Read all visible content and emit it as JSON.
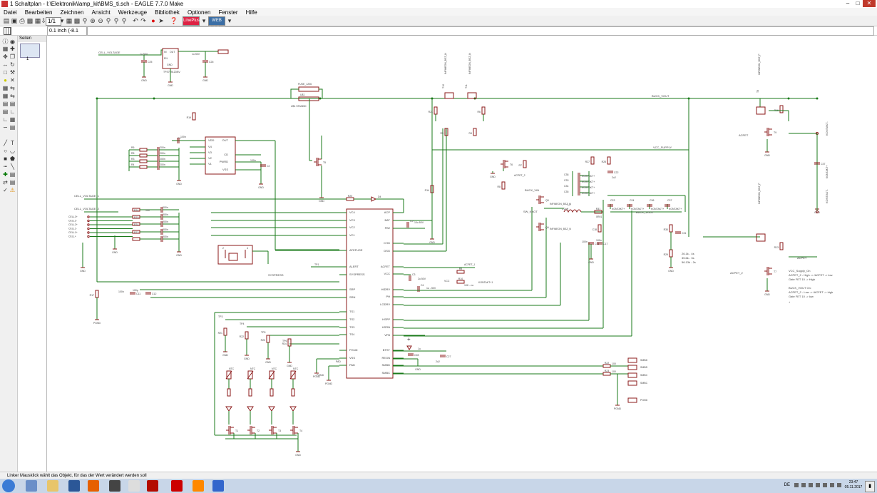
{
  "window": {
    "title": "1 Schaltplan - I:\\Elektronik\\lamp_kit\\BMS_ti.sch - EAGLE 7.7.0 Make"
  },
  "menu": [
    "Datei",
    "Bearbeiten",
    "Zeichnen",
    "Ansicht",
    "Werkzeuge",
    "Bibliothek",
    "Optionen",
    "Fenster",
    "Hilfe"
  ],
  "toolbar": {
    "sheet_select": "1/1",
    "badge1": "LinePlus",
    "badge2": "WEB DIRECT"
  },
  "command": {
    "coordinates": "0.1 inch (-8.1 -1.6)",
    "input": ""
  },
  "pages": {
    "tab_label": "Seiten",
    "page_number": "1"
  },
  "status": {
    "message": "Linker Mausklick wählt das Objekt, für das der Wert verändert werden soll"
  },
  "taskbar": {
    "lang": "DE",
    "time": "23:47",
    "date": "05.11.2017"
  },
  "schematic": {
    "net_labels": [
      "CELL_VOLTAGE",
      "CELL_VOLTAGE_1",
      "CELL_VOLTAGE_2",
      "BUCK_VOUT",
      "VCC_SUPPLY",
      "BUCK_VIN",
      "SW_KNOT",
      "BUCK_VOUT",
      "ACPET",
      "ACPET_2",
      "SYSPRESS"
    ],
    "chips": {
      "u1": [
        "VDD",
        "V4",
        "V3",
        "V2",
        "V1",
        "OUT",
        "CD",
        "PWRD",
        "VSS"
      ],
      "bq_left": [
        "VC4",
        "VC3",
        "VC2",
        "VC1",
        "AFEFUSE",
        "ALERT",
        "SYSPRESS",
        "SRP",
        "SRN",
        "TS1",
        "TS2",
        "TS3",
        "TS4",
        "PGND",
        "VSS",
        "PAD"
      ],
      "bq_right": [
        "ACP",
        "BAT",
        "FB2",
        "CHG",
        "DSG",
        "ACFET",
        "VCC",
        "HIDRV",
        "PH",
        "LODRV",
        "HSPP",
        "HSRN",
        "VFB",
        "BTST",
        "REGN",
        "SMBD",
        "SMBC"
      ],
      "reg": "TPS70912DBV"
    },
    "components": [
      "C25",
      "C26",
      "IC1",
      "FUSE_1206",
      "U$1",
      "U$2",
      "C1",
      "R19",
      "C2",
      "T5",
      "C4",
      "R8",
      "R7",
      "R16",
      "R12",
      "R20",
      "D4",
      "C5",
      "R14",
      "R24",
      "T10",
      "T11",
      "R5",
      "R6",
      "Q5",
      "Q6",
      "L1",
      "C33",
      "C34",
      "C35",
      "C36",
      "C37",
      "R31",
      "C31",
      "R30",
      "C17",
      "C16",
      "T8",
      "T9",
      "T6",
      "T7",
      "C11",
      "C12",
      "R17",
      "R13",
      "C3",
      "R10",
      "R15",
      "R18",
      "C22",
      "C23",
      "C24",
      "C28",
      "R22",
      "R23",
      "TP1",
      "TP6",
      "T1",
      "T2",
      "T3",
      "T4"
    ],
    "notes": [
      "26.1k - 4s",
      "35.6k - 3s",
      "56.13k - 2s",
      "VCC_Supply_On",
      "ACPET_2 - High -> /ACFET -> low",
      "Gate FET 10 -> High",
      "BUCK_VOUT On:",
      "ACPET_2 - Low -> /ACFET -> high",
      "Gate FET 10 -> low"
    ],
    "values": [
      "1u 50V",
      "100n",
      "200n",
      "100",
      "10k",
      "2.2uH",
      "4.7u 50V",
      "10u",
      "100",
      "0R01",
      "20",
      "PGND",
      "GND",
      "SMBD",
      "SMBC",
      "KONTAKT+1",
      "KONTAKT+",
      "KONTAKT-",
      "INFINEON_BSZ_N",
      "INFINEON_BSZ_P"
    ],
    "colors": {
      "wire": "#1a7a1a",
      "symbol": "#8b1a1a",
      "text": "#444444",
      "junction": "#1a7a1a"
    }
  }
}
